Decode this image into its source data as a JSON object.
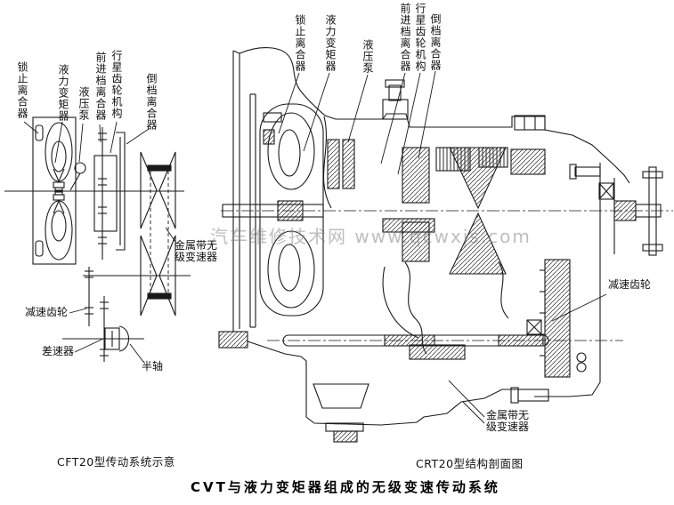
{
  "watermark": "汽车维修技术网 www.qcwxjs.com",
  "title": "CVT与液力变矩器组成的无级变速传动系统",
  "colors": {
    "line": "#1a1a1a",
    "background": "#ffffff",
    "watermark": "#7d7d7d",
    "belt": "#1a1a1a"
  },
  "left_diagram": {
    "caption": "CFT20型传动系统示意",
    "labels": {
      "lockup_clutch": "锁止离合器",
      "torque_converter": "液力变矩器",
      "hydraulic_pump": "液压泵",
      "forward_clutch": "前进档离合器",
      "planetary_gear": "行星齿轮机构",
      "reverse_clutch": "倒档离合器",
      "metal_belt_cvt_line1": "金属带无",
      "metal_belt_cvt_line2": "级变速器",
      "reduction_gear": "减速齿轮",
      "differential": "差速器",
      "half_shaft": "半轴"
    }
  },
  "right_diagram": {
    "caption": "CRT20型结构剖面图",
    "labels": {
      "lockup_clutch": "锁止离合器",
      "torque_converter": "液力变矩器",
      "hydraulic_pump": "液压泵",
      "forward_clutch": "前进档离合器",
      "planetary_gear": "行星齿轮机构",
      "reverse_clutch": "倒档离合器",
      "reduction_gear": "减速齿轮",
      "metal_belt_cvt_line1": "金属带无",
      "metal_belt_cvt_line2": "级变速器"
    }
  }
}
